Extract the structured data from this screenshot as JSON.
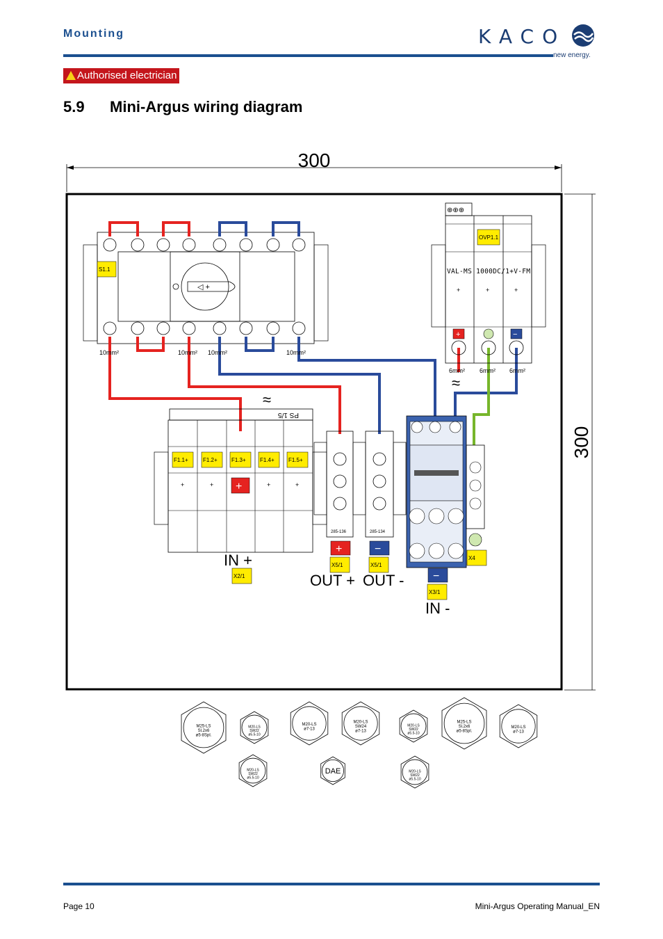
{
  "header": {
    "section": "Mounting",
    "logo": "KACO",
    "logo_tagline": "new energy."
  },
  "badge": {
    "label": "Authorised electrician",
    "icon": "warning-triangle-icon",
    "color": "#c4161c"
  },
  "heading": {
    "number": "5.9",
    "title": "Mini-Argus wiring diagram"
  },
  "diagram": {
    "dim_width": "300",
    "dim_height": "300",
    "switch_label": "S1.1",
    "cross_sections": [
      "10mm²",
      "10mm²",
      "10mm²",
      "10mm²"
    ],
    "spd_label": "OVP1.1",
    "spd_model": "VAL-MS 1000DC/1+V-FM",
    "spd_cross_sections": [
      "6mm²",
      "6mm²",
      "6mm²"
    ],
    "fuse_header": "PS 1/5",
    "fuses": [
      "F1.1+",
      "F1.2+",
      "F1.3+",
      "F1.4+",
      "F1.5+"
    ],
    "terminal_labels": [
      "X2/1",
      "X5/1",
      "X5/1",
      "X3/1",
      "X4"
    ],
    "terminal_codes": [
      "285-136",
      "285-134"
    ],
    "in_plus": "IN +",
    "out_plus": "OUT +",
    "out_minus": "OUT -",
    "in_minus": "IN -",
    "approx": "≈",
    "glands": [
      {
        "l1": "M25-LS",
        "l2": "Sl.2x6",
        "l3": "ø5-8Spl."
      },
      {
        "l1": "M20-LS",
        "l2": "SW22",
        "l3": "ø5.5-10"
      },
      {
        "l1": "M20-LS",
        "l2": "ø7-13",
        "l3": ""
      },
      {
        "l1": "M20-LS",
        "l2": "SW24",
        "l3": "ø7-13"
      },
      {
        "l1": "M20-LS",
        "l2": "SW22",
        "l3": "ø5.5-10"
      },
      {
        "l1": "M25-LS",
        "l2": "Sl.2x6",
        "l3": "ø5-8Spl."
      },
      {
        "l1": "M20-LS",
        "l2": "ø7-13",
        "l3": ""
      },
      {
        "l1": "M20-LS",
        "l2": "SW22",
        "l3": "ø5.5-10"
      },
      {
        "l1": "DAE",
        "l2": "",
        "l3": ""
      },
      {
        "l1": "M20-LS",
        "l2": "SW22",
        "l3": "ø5.5-10"
      }
    ],
    "colors": {
      "positive": "#e52320",
      "negative": "#2a4b9b",
      "earth": "#77b62b",
      "label": "#ffec00",
      "spd": "#3b62ae"
    }
  },
  "footer": {
    "page": "Page 10",
    "doc": "Mini-Argus Operating Manual_EN"
  }
}
